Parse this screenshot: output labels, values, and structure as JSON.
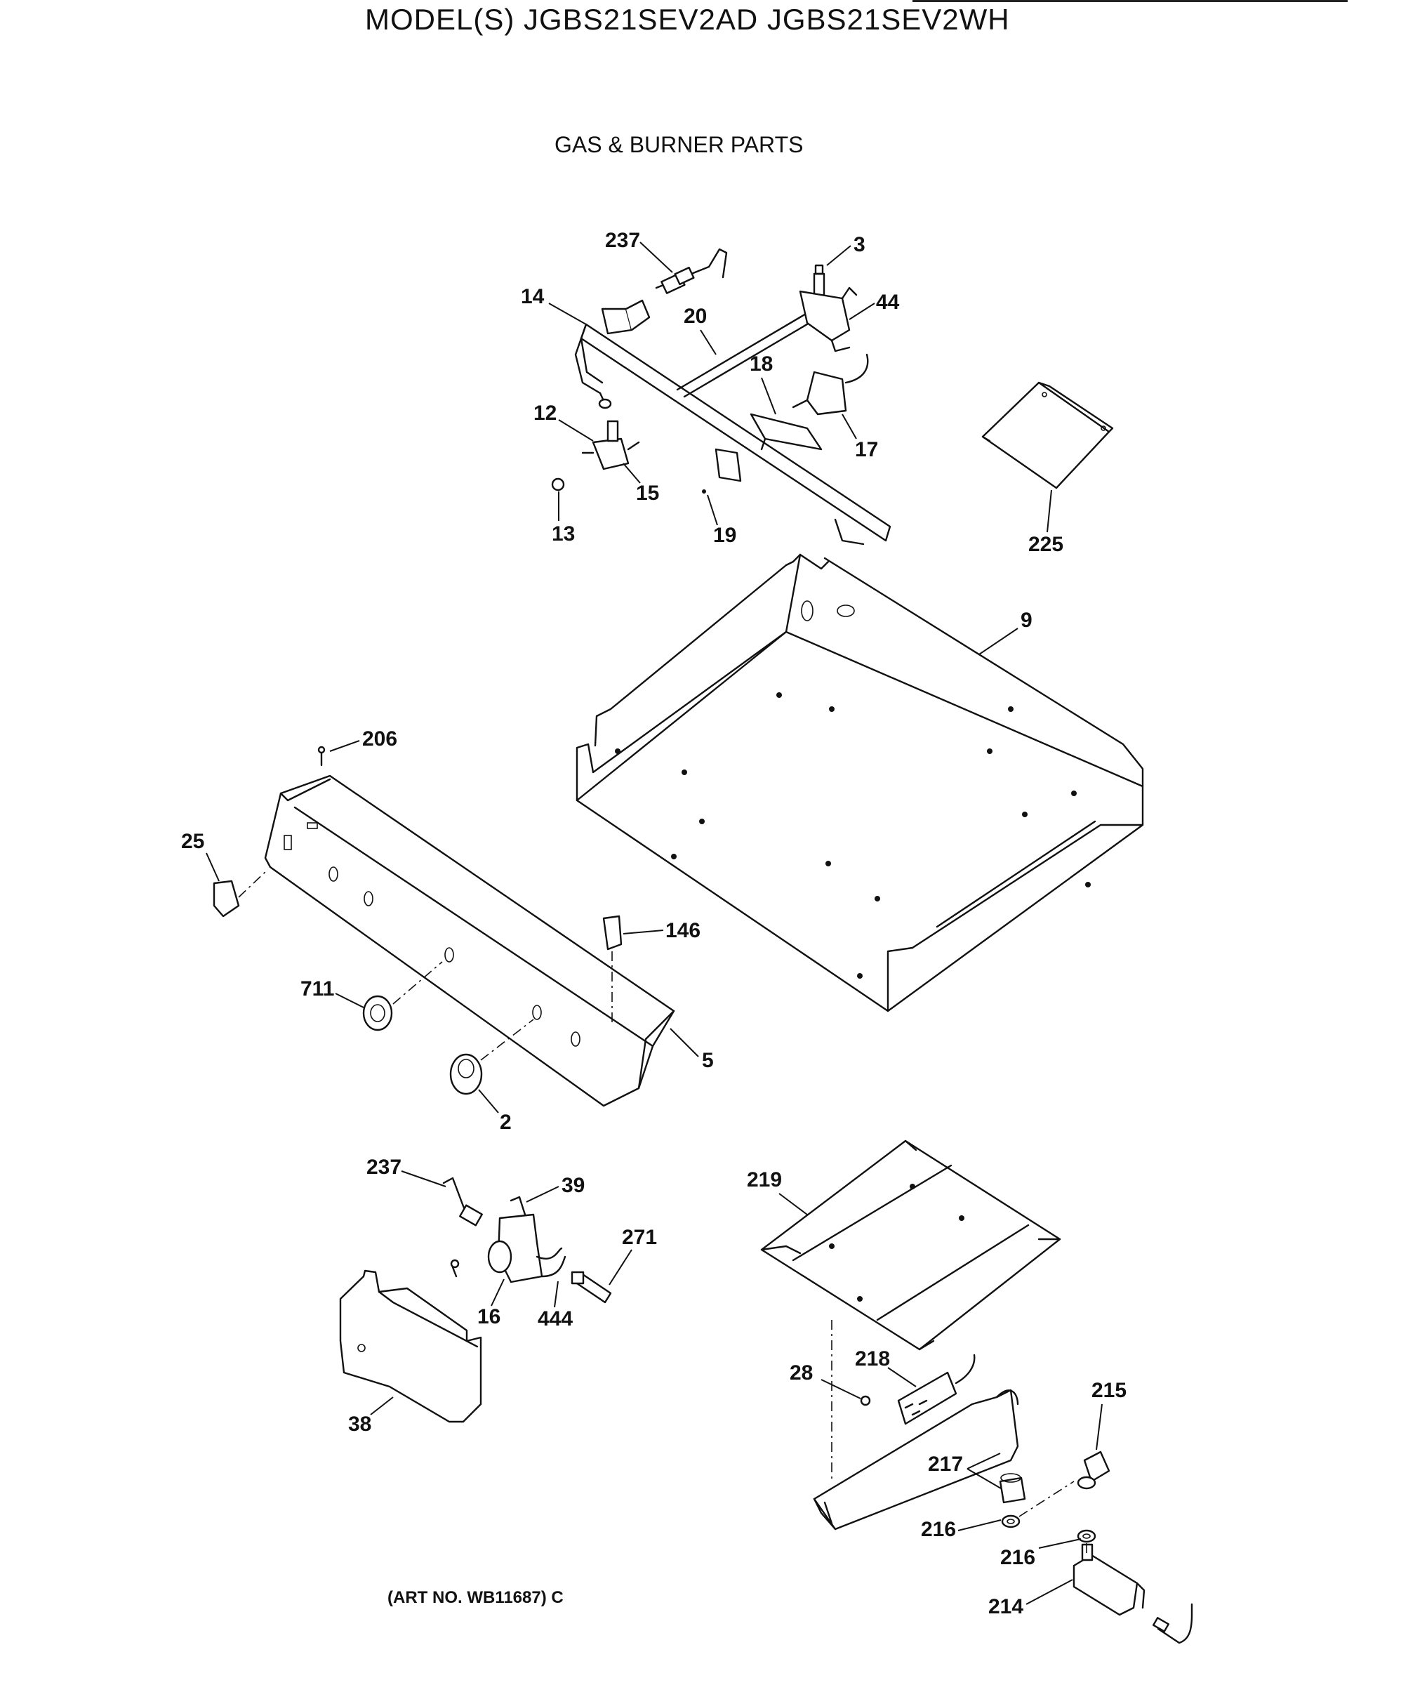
{
  "header": {
    "models_label": "MODEL(S) JGBS21SEV2AD  JGBS21SEV2WH",
    "section_title": "GAS & BURNER PARTS"
  },
  "footer": {
    "art_number": "(ART NO. WB11687) C"
  },
  "callouts": {
    "c237a": "237",
    "c3": "3",
    "c14": "14",
    "c20": "20",
    "c44": "44",
    "c18": "18",
    "c12": "12",
    "c17": "17",
    "c15": "15",
    "c13": "13",
    "c19": "19",
    "c225": "225",
    "c9": "9",
    "c206": "206",
    "c25": "25",
    "c146": "146",
    "c711": "711",
    "c5": "5",
    "c2": "2",
    "c237b": "237",
    "c39": "39",
    "c271": "271",
    "c16": "16",
    "c444": "444",
    "c38": "38",
    "c219": "219",
    "c28": "28",
    "c218": "218",
    "c215": "215",
    "c217": "217",
    "c216a": "216",
    "c216b": "216",
    "c214": "214"
  }
}
